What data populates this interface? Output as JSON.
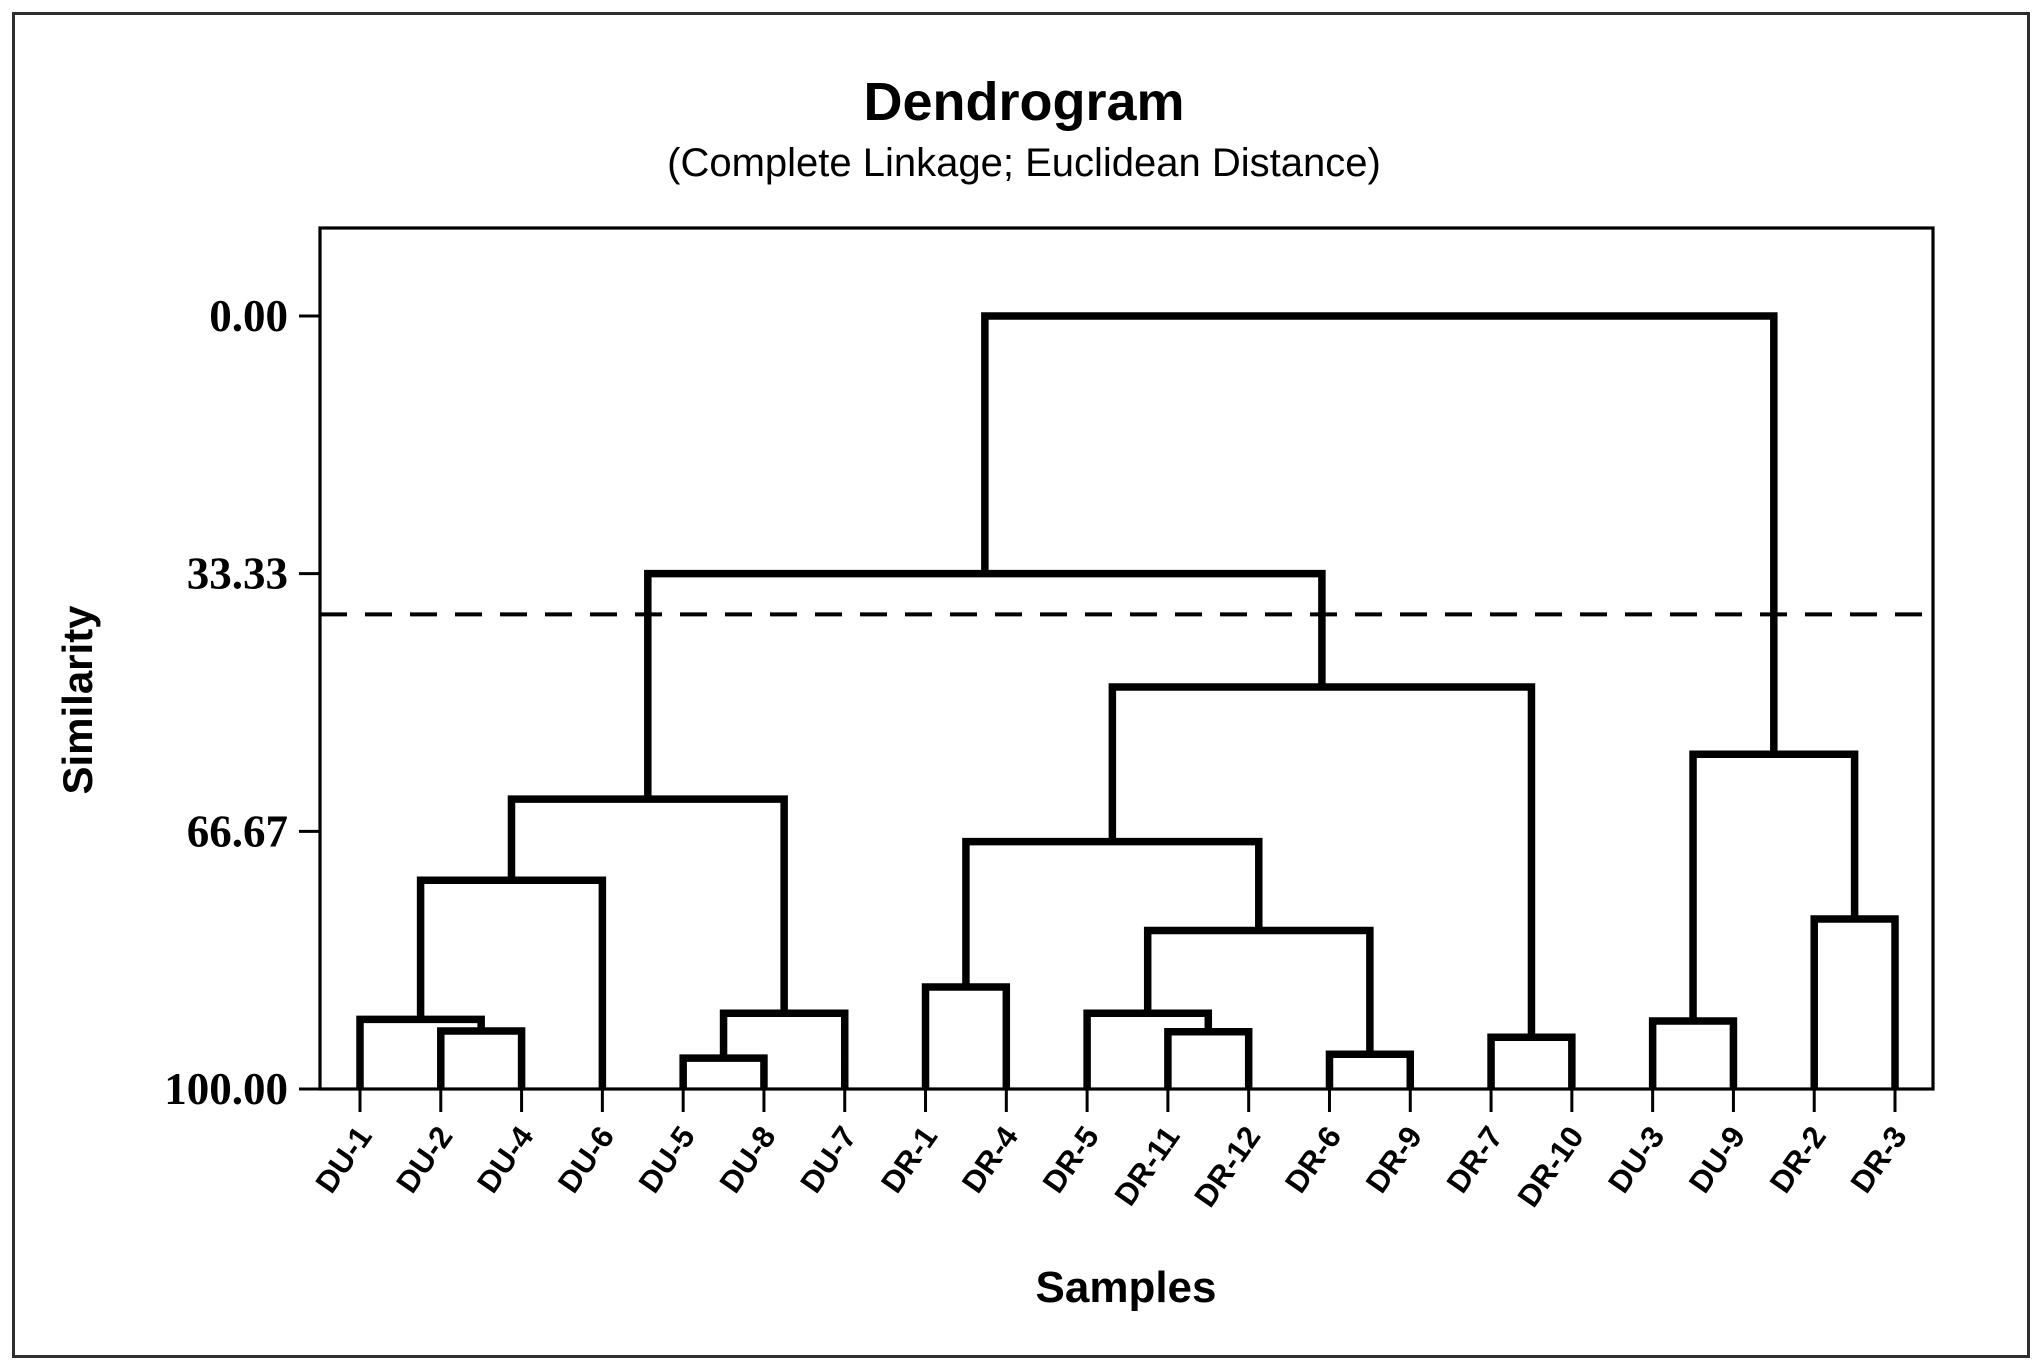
{
  "figure": {
    "title": "Dendrogram",
    "subtitle": "(Complete Linkage; Euclidean Distance)",
    "y_axis": {
      "label": "Similarity",
      "tick_labels": [
        "0.00",
        "33.33",
        "66.67",
        "100.00"
      ],
      "tick_values": [
        0,
        33.33,
        66.67,
        100
      ]
    },
    "x_axis": {
      "label": "Samples"
    },
    "colors": {
      "line": "#000000",
      "axis": "#000000",
      "border": "#2e2e2e",
      "background": "#ffffff"
    }
  },
  "chart_data": {
    "type": "dendrogram",
    "title": "Dendrogram",
    "subtitle": "(Complete Linkage; Euclidean Distance)",
    "linkage": "Complete Linkage",
    "distance_metric": "Euclidean Distance",
    "xlabel": "Samples",
    "ylabel": "Similarity",
    "y_axis_inverted": true,
    "ylim": [
      0,
      100
    ],
    "y_ticks": [
      0,
      33.33,
      66.67,
      100
    ],
    "leaves": [
      "DU-1",
      "DU-2",
      "DU-4",
      "DU-6",
      "DU-5",
      "DU-8",
      "DU-7",
      "DR-1",
      "DR-4",
      "DR-5",
      "DR-11",
      "DR-12",
      "DR-6",
      "DR-9",
      "DR-7",
      "DR-10",
      "DU-3",
      "DU-9",
      "DR-2",
      "DR-3"
    ],
    "merges": [
      {
        "id": "m1",
        "children": [
          "DU-2",
          "DU-4"
        ],
        "similarity": 92.5
      },
      {
        "id": "m2",
        "children": [
          "DU-1",
          "m1"
        ],
        "similarity": 91.0
      },
      {
        "id": "m3",
        "children": [
          "m2",
          "DU-6"
        ],
        "similarity": 73.0
      },
      {
        "id": "m4",
        "children": [
          "DU-5",
          "DU-8"
        ],
        "similarity": 96.0
      },
      {
        "id": "m5",
        "children": [
          "m4",
          "DU-7"
        ],
        "similarity": 90.2
      },
      {
        "id": "m6",
        "children": [
          "m3",
          "m5"
        ],
        "similarity": 62.5
      },
      {
        "id": "b1",
        "children": [
          "DR-1",
          "DR-4"
        ],
        "similarity": 86.8
      },
      {
        "id": "b2",
        "children": [
          "DR-11",
          "DR-12"
        ],
        "similarity": 92.6
      },
      {
        "id": "b3",
        "children": [
          "DR-5",
          "b2"
        ],
        "similarity": 90.2
      },
      {
        "id": "b4",
        "children": [
          "DR-6",
          "DR-9"
        ],
        "similarity": 95.5
      },
      {
        "id": "b5",
        "children": [
          "b3",
          "b4"
        ],
        "similarity": 79.5
      },
      {
        "id": "b6",
        "children": [
          "b1",
          "b5"
        ],
        "similarity": 68.0
      },
      {
        "id": "b7",
        "children": [
          "DR-7",
          "DR-10"
        ],
        "similarity": 93.3
      },
      {
        "id": "b8",
        "children": [
          "b6",
          "b7"
        ],
        "similarity": 48.0
      },
      {
        "id": "ab",
        "children": [
          "m6",
          "b8"
        ],
        "similarity": 33.33
      },
      {
        "id": "d1",
        "children": [
          "DU-3",
          "DU-9"
        ],
        "similarity": 91.2
      },
      {
        "id": "d2",
        "children": [
          "DR-2",
          "DR-3"
        ],
        "similarity": 78.0
      },
      {
        "id": "d3",
        "children": [
          "d1",
          "d2"
        ],
        "similarity": 56.7
      },
      {
        "id": "root",
        "children": [
          "ab",
          "d3"
        ],
        "similarity": 0.0
      }
    ],
    "cutoff_line": {
      "similarity": 38.6,
      "style": "dashed"
    },
    "legend": "off",
    "grid": "off"
  }
}
